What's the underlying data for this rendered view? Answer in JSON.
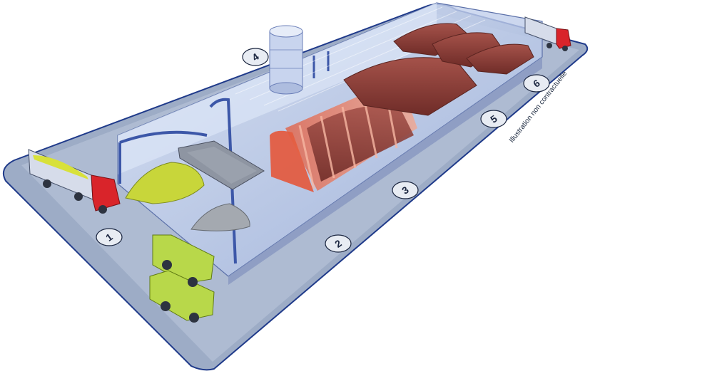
{
  "caption": "Illustration non contractuelle",
  "zones": [
    {
      "number": "1",
      "icon": "reception-zone-marker"
    },
    {
      "number": "2",
      "icon": "mixing-zone-marker"
    },
    {
      "number": "3",
      "icon": "composting-tunnel-marker"
    },
    {
      "number": "4",
      "icon": "biofilter-tower-marker"
    },
    {
      "number": "5",
      "icon": "maturation-zone-marker"
    },
    {
      "number": "6",
      "icon": "dispatch-zone-marker"
    }
  ],
  "colors": {
    "platform": "#a9b6cc",
    "platform_edge": "#1f3a8a",
    "building_glass": "#c9d6f0",
    "tunnel": "#e8674a",
    "compost": "#8a3a34",
    "green_waste": "#c8d63a",
    "truck_red": "#d9242a",
    "dumper_green": "#b8d84a"
  }
}
